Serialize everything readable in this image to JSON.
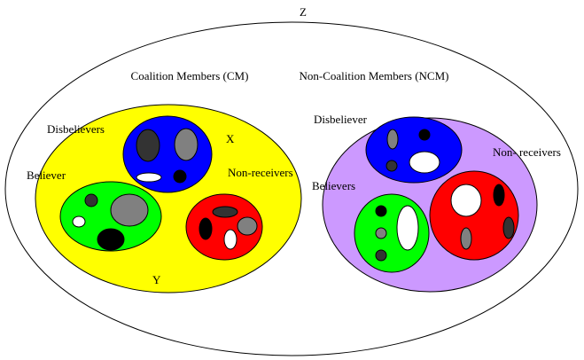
{
  "labels": {
    "z": "Z",
    "cm": "Coalition Members (CM)",
    "ncm": "Non-Coalition Members (NCM)",
    "cm_disbelievers": "Disbelievers",
    "cm_x": "X",
    "cm_believer": "Believer",
    "cm_nonreceivers": "Non-receivers",
    "cm_y": "Y",
    "ncm_disbeliever": "Disbeliever",
    "ncm_nonreceivers": "Non- receivers",
    "ncm_believers": "Believers"
  },
  "colors": {
    "background": "#ffffff",
    "outline": "#000000",
    "cm_region": "#ffff00",
    "ncm_region": "#cc99ff",
    "disbeliever_group": "#0000ff",
    "believer_group": "#00ff00",
    "nonreceiver_group": "#ff0000",
    "member_dark": "#333333",
    "member_grey": "#808080",
    "member_black": "#000000",
    "member_white": "#ffffff"
  }
}
